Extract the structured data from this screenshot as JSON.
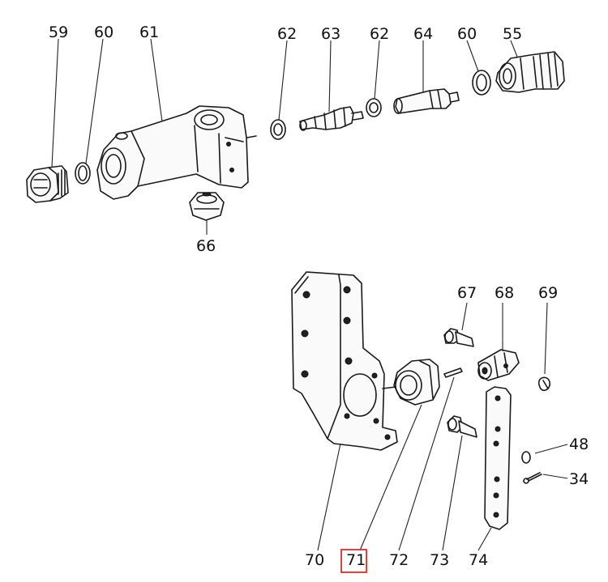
{
  "callouts": {
    "c59": "59",
    "c60a": "60",
    "c61": "61",
    "c62a": "62",
    "c63": "63",
    "c62b": "62",
    "c64": "64",
    "c60b": "60",
    "c65": "55",
    "c66": "66",
    "c67": "67",
    "c68": "68",
    "c69": "69",
    "c48": "48",
    "c34": "34",
    "c70": "70",
    "c71": "71",
    "c72": "72",
    "c73": "73",
    "c74": "74"
  },
  "highlight": {
    "label": "71",
    "color": "#d9302c"
  }
}
